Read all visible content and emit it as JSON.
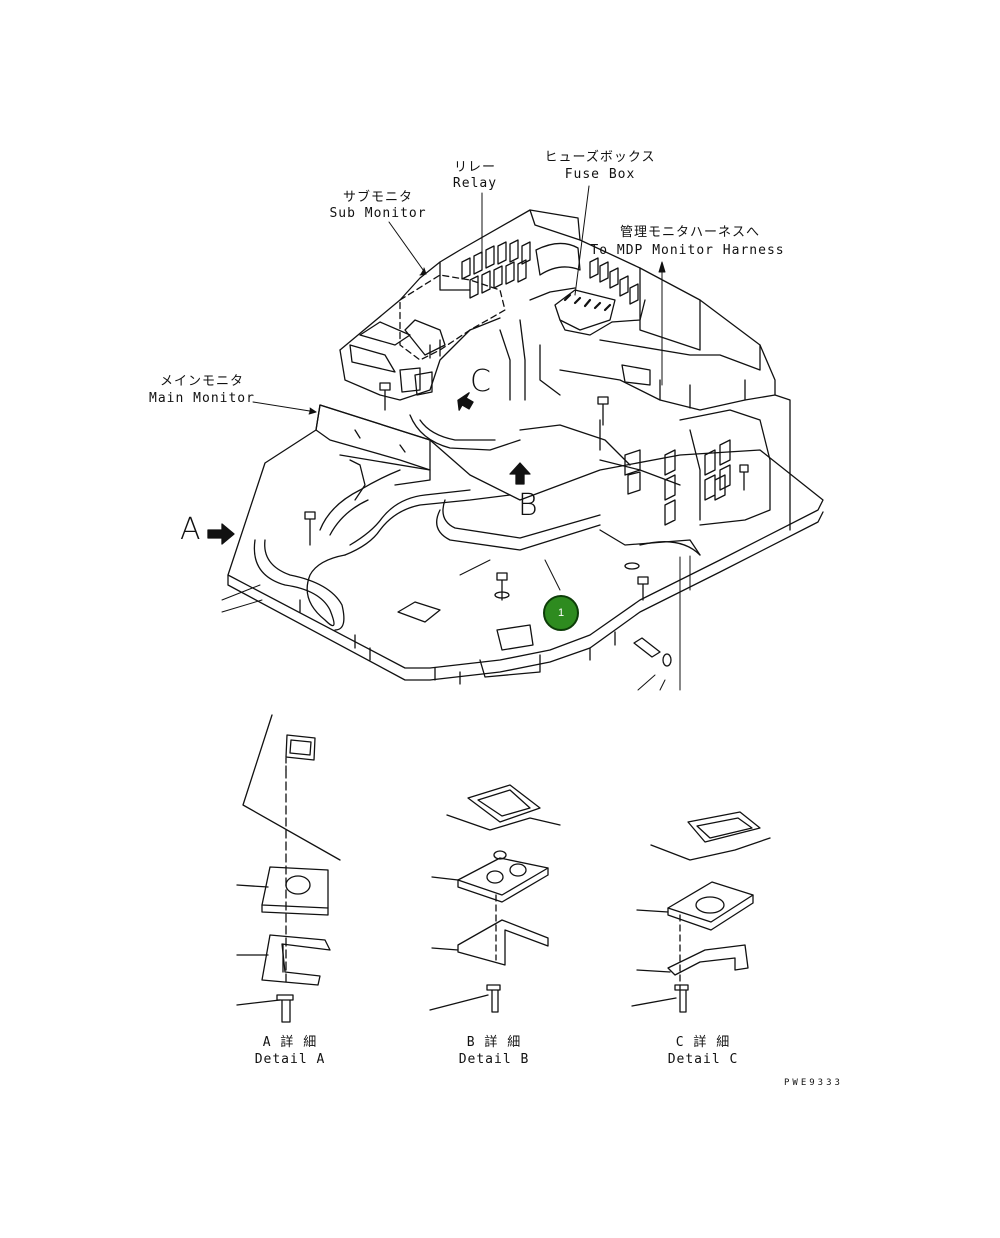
{
  "labels": {
    "sub_monitor_jp": "サブモニタ",
    "sub_monitor_en": "Sub Monitor",
    "relay_jp": "リレー",
    "relay_en": "Relay",
    "fuse_box_jp": "ヒューズボックス",
    "fuse_box_en": "Fuse Box",
    "mdp_jp": "管理モニタハーネスへ",
    "mdp_en": "To MDP Monitor Harness",
    "main_monitor_jp": "メインモニタ",
    "main_monitor_en": "Main Monitor"
  },
  "view_markers": {
    "a": "A",
    "b": "B",
    "c": "C"
  },
  "details": [
    {
      "jp": "A 詳 細",
      "en": "Detail A"
    },
    {
      "jp": "B 詳 細",
      "en": "Detail B"
    },
    {
      "jp": "C 詳 細",
      "en": "Detail C"
    }
  ],
  "callout": {
    "number": "1",
    "color": "#2e8b1f"
  },
  "drawing_code": "PWE9333"
}
